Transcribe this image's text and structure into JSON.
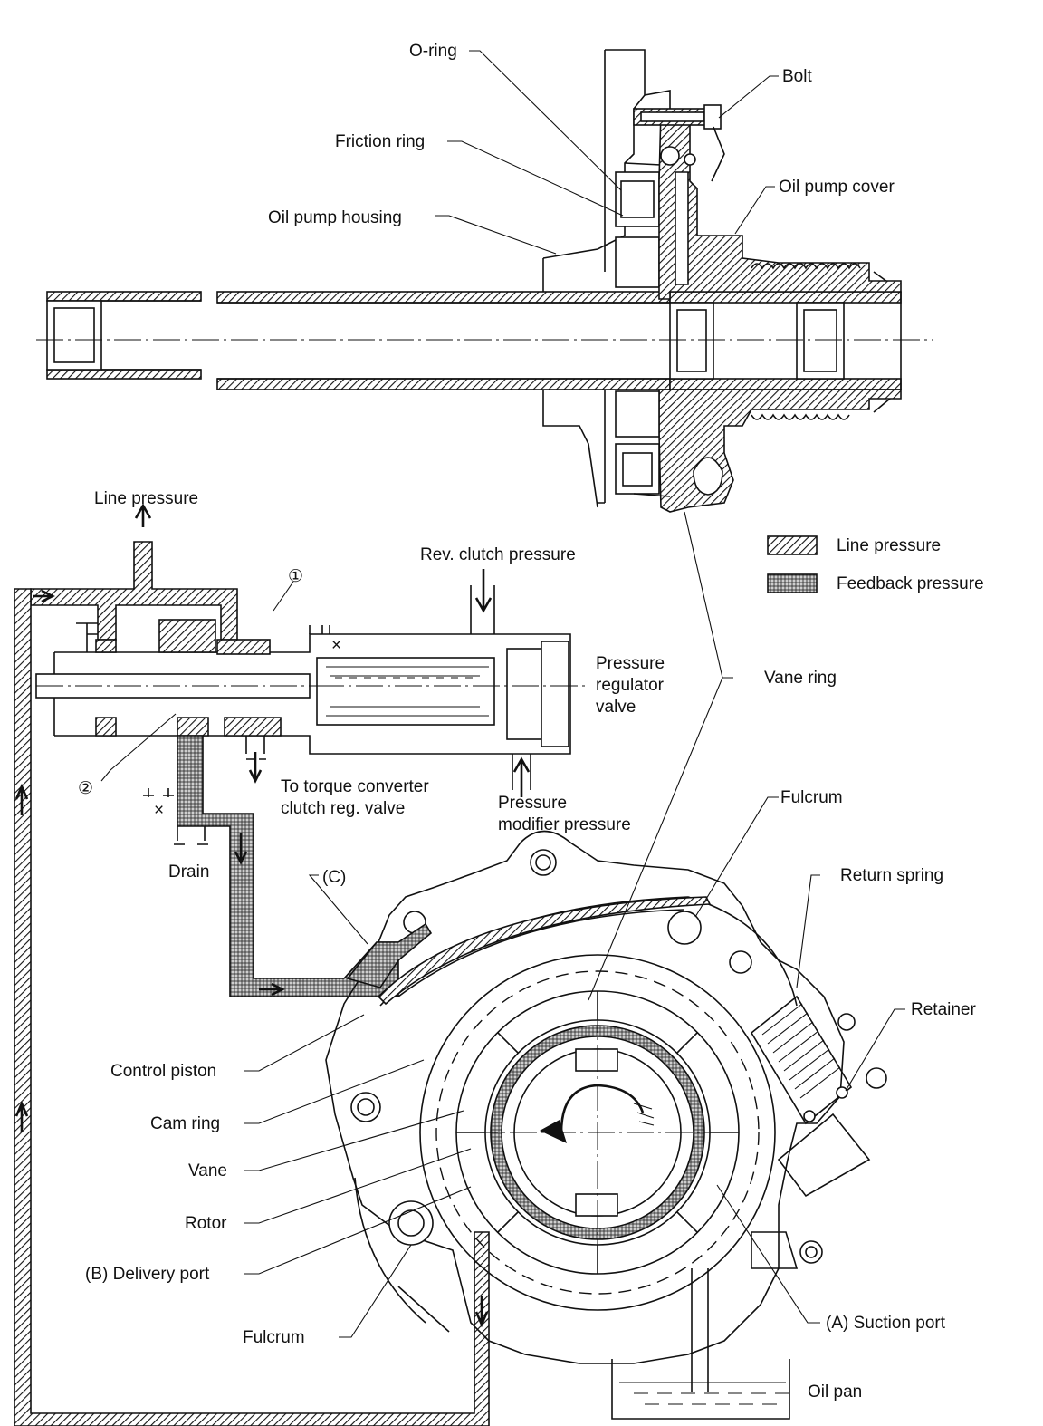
{
  "labels": {
    "o_ring": "O-ring",
    "bolt": "Bolt",
    "friction_ring": "Friction ring",
    "oil_pump_cover": "Oil pump cover",
    "oil_pump_housing": "Oil pump housing",
    "line_pressure_top": "Line pressure",
    "rev_clutch_pressure": "Rev. clutch pressure",
    "marker_1": "①",
    "marker_2": "②",
    "pressure_regulator_valve": [
      "Pressure",
      "regulator",
      "valve"
    ],
    "to_torque_converter": [
      "To torque converter",
      "clutch reg. valve"
    ],
    "pressure_modifier": [
      "Pressure",
      "modifier pressure"
    ],
    "drain": "Drain",
    "vane_ring": "Vane ring",
    "fulcrum_top": "Fulcrum",
    "c_label": "(C)",
    "return_spring": "Return spring",
    "retainer": "Retainer",
    "control_piston": "Control piston",
    "cam_ring": "Cam ring",
    "vane": "Vane",
    "rotor": "Rotor",
    "delivery_port": "(B) Delivery port",
    "fulcrum_bottom": "Fulcrum",
    "suction_port": "(A) Suction port",
    "oil_pan": "Oil pan",
    "x_mark": "×"
  },
  "legend": [
    {
      "label": "Line pressure",
      "pattern": "hatch"
    },
    {
      "label": "Feedback pressure",
      "pattern": "dots"
    }
  ]
}
